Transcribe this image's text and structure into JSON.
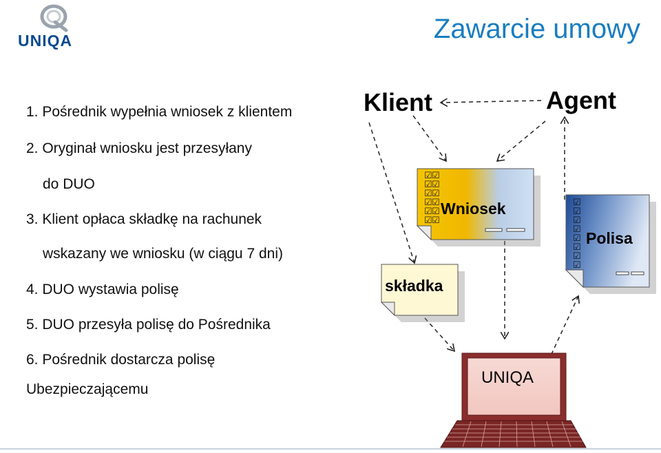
{
  "logo": {
    "text": "UNIQA"
  },
  "title": "Zawarcie umowy",
  "steps": [
    "1. Pośrednik wypełnia wniosek z klientem",
    "2. Oryginał wniosku jest przesyłany",
    "do DUO",
    "3. Klient opłaca składkę na rachunek",
    "wskazany we wniosku (w ciągu 7 dni)",
    "4. DUO wystawia polisę",
    "5. DUO przesyła polisę do Pośrednika",
    "6. Pośrednik dostarcza polisę",
    "Ubezpieczającemu"
  ],
  "diagram": {
    "client": "Klient",
    "agent": "Agent",
    "application": "Wniosek",
    "premium": "składka",
    "policy": "Polisa",
    "computer": "UNIQA",
    "checkbox_glyph": "☑"
  },
  "colors": {
    "title_blue": "#1a7dc0",
    "label_blue": "#2d6fb5",
    "application_yellow": "#f2c200",
    "application_blue": "#c9dcf0",
    "premium_bg": "#fff8d4",
    "policy_blue": "#2f5fa8",
    "computer_red": "#8a2d2d",
    "logo_blue": "#0a4a8f"
  }
}
